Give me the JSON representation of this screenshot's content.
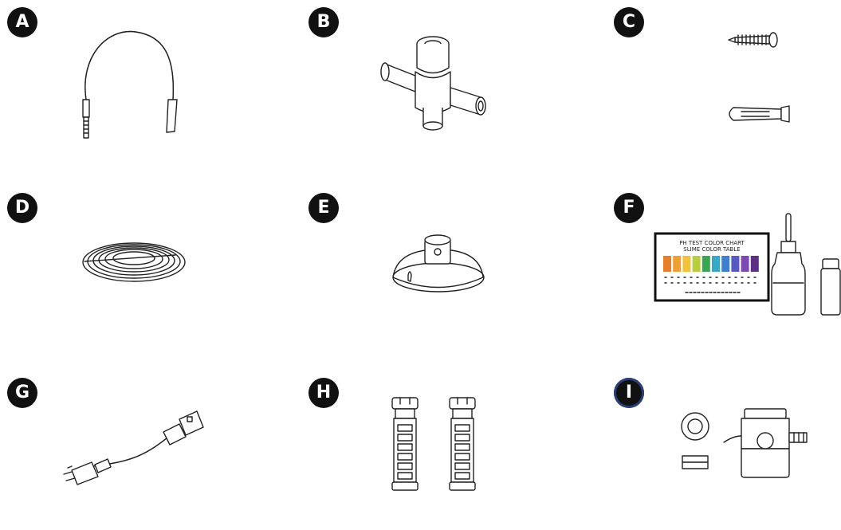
{
  "parts": [
    {
      "label": "A",
      "icon": "hose-icon"
    },
    {
      "label": "B",
      "icon": "tee-valve-icon"
    },
    {
      "label": "C",
      "icon": "screw-and-anchor-icon"
    },
    {
      "label": "D",
      "icon": "coiled-tube-icon"
    },
    {
      "label": "E",
      "icon": "suction-cup-icon"
    },
    {
      "label": "F",
      "icon": "ph-test-kit-icon"
    },
    {
      "label": "G",
      "icon": "power-cord-icon"
    },
    {
      "label": "H",
      "icon": "filter-cartridge-icon"
    },
    {
      "label": "I",
      "icon": "faucet-adapter-icon"
    }
  ],
  "ph_card": {
    "title": "PH TEST COLOR CHART",
    "subtitle": "SLIME COLOR TABLE",
    "swatch_colors": [
      "#e8802a",
      "#f0a030",
      "#f3c23a",
      "#b7cf3a",
      "#3aa653",
      "#36a9c9",
      "#3f7fd0",
      "#5a58c3",
      "#7b4bb3",
      "#5b2f86"
    ]
  }
}
